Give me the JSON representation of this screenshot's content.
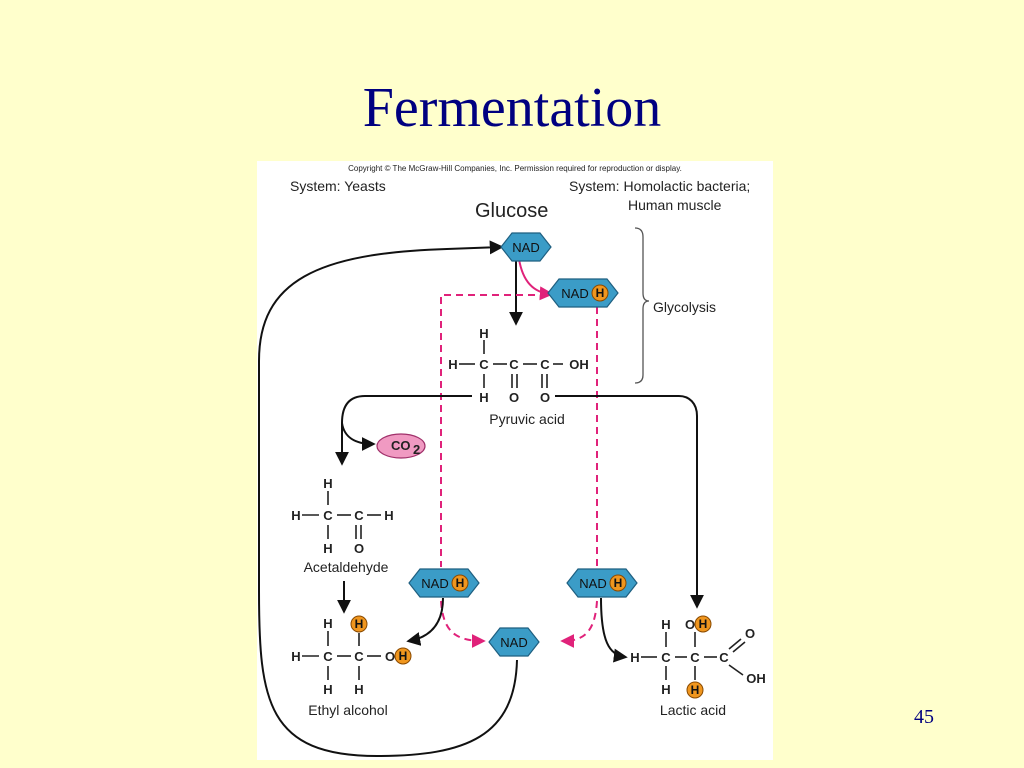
{
  "slide": {
    "title": "Fermentation",
    "page_number": "45"
  },
  "figure": {
    "copyright": "Copyright © The McGraw-Hill Companies, Inc. Permission required for reproduction or display.",
    "system_left": "System: Yeasts",
    "system_right_line1": "System: Homolactic bacteria;",
    "system_right_line2": "Human muscle",
    "glucose": "Glucose",
    "glycolysis": "Glycolysis",
    "nad": "NAD",
    "h": "H",
    "co2_main": "CO",
    "co2_sub": "2",
    "pyruvic_acid": "Pyruvic acid",
    "acetaldehyde": "Acetaldehyde",
    "ethyl_alcohol": "Ethyl alcohol",
    "lactic_acid": "Lactic acid",
    "atoms": {
      "H": "H",
      "C": "C",
      "O": "O",
      "OH": "OH"
    },
    "colors": {
      "hex_fill": "#3B9CC7",
      "hbubble": "#F0961E",
      "magenta": "#E0227A",
      "co2": "#F09AC2"
    }
  }
}
